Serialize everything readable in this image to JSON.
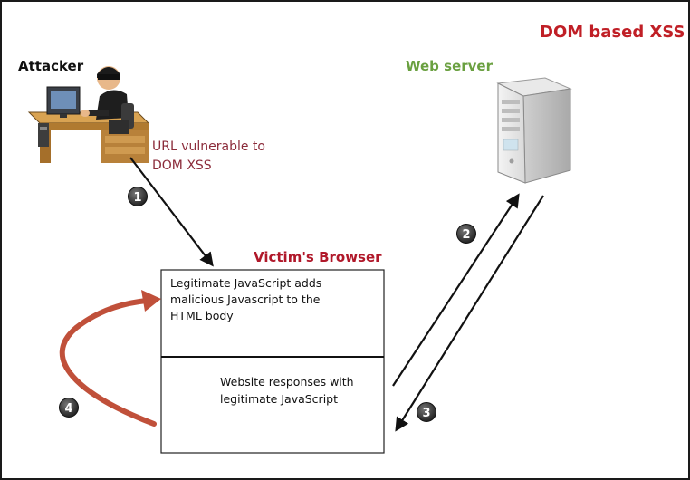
{
  "title": "DOM based XSS",
  "attacker": {
    "label": "Attacker"
  },
  "web_server": {
    "label": "Web server"
  },
  "url_annotation": {
    "lines": [
      "URL vulnerable to",
      "DOM XSS"
    ]
  },
  "victim_browser": {
    "label": "Victim's Browser",
    "top_section": {
      "lines": [
        "Legitimate JavaScript adds",
        "malicious Javascript to the",
        "HTML body"
      ]
    },
    "bottom_section": {
      "lines": [
        "Website responses with",
        "legitimate JavaScript"
      ]
    }
  },
  "steps": [
    "1",
    "2",
    "3",
    "4"
  ],
  "colors": {
    "title": "#c01f26",
    "web_server_label": "#6aa040",
    "url_annotation": "#8b2b3a",
    "browser_label": "#b0182a",
    "curved_arrow": "#c0503a",
    "arrows": "#111111",
    "step_badge": "#2a2a2a"
  }
}
